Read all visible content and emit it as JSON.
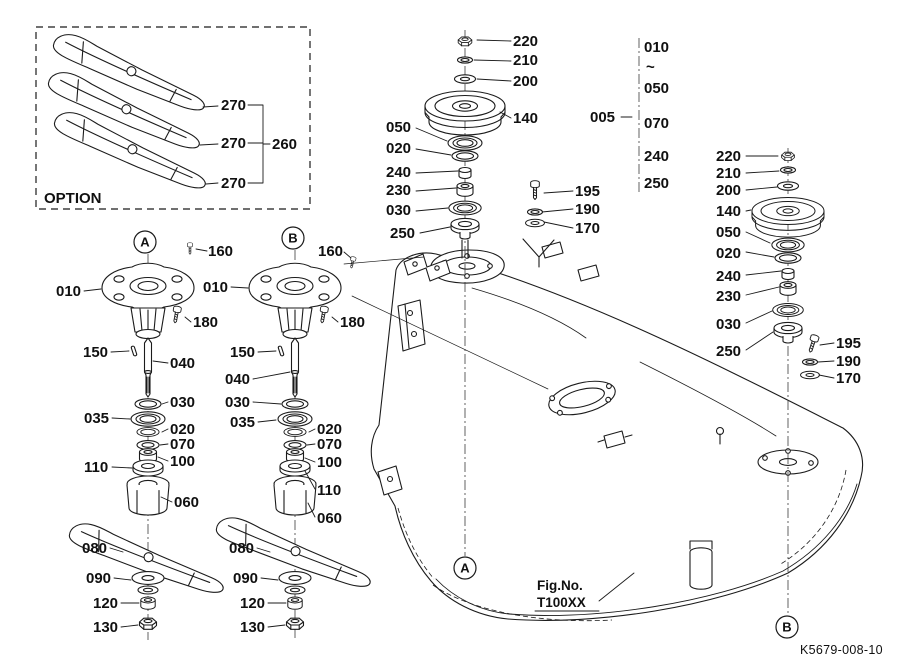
{
  "meta": {
    "option_label": "OPTION",
    "fig_label": "Fig.No.",
    "fig_number": "T100XX",
    "drawing_number": "K5679-008-10"
  },
  "callouts": {
    "a": "A",
    "b": "B"
  },
  "parts": {
    "p010": "010",
    "p020": "020",
    "p030": "030",
    "p035": "035",
    "p040": "040",
    "p050": "050",
    "p060": "060",
    "p070": "070",
    "p080": "080",
    "p090": "090",
    "p100": "100",
    "p110": "110",
    "p120": "120",
    "p130": "130",
    "p140": "140",
    "p150": "150",
    "p160": "160",
    "p170": "170",
    "p180": "180",
    "p190": "190",
    "p195": "195",
    "p200": "200",
    "p210": "210",
    "p220": "220",
    "p230": "230",
    "p240": "240",
    "p250": "250",
    "p260": "260",
    "p270": "270"
  },
  "ref_list_005": {
    "label": "005",
    "items": [
      "010",
      "~",
      "050",
      "070",
      "240",
      "250"
    ]
  }
}
